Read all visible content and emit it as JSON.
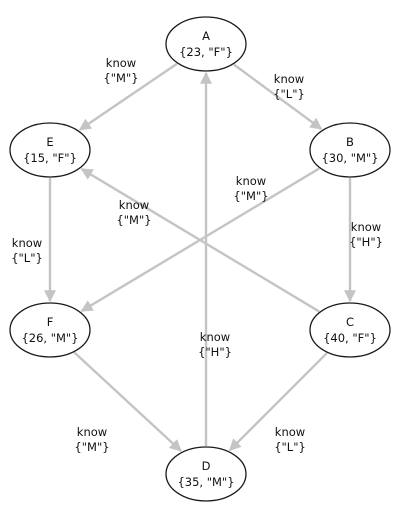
{
  "nodes": [
    {
      "id": "A",
      "name": "A",
      "props": "{23, \"F\"}"
    },
    {
      "id": "B",
      "name": "B",
      "props": "{30, \"M\"}"
    },
    {
      "id": "C",
      "name": "C",
      "props": "{40, \"F\"}"
    },
    {
      "id": "D",
      "name": "D",
      "props": "{35, \"M\"}"
    },
    {
      "id": "E",
      "name": "E",
      "props": "{15, \"F\"}"
    },
    {
      "id": "F",
      "name": "F",
      "props": "{26, \"M\"}"
    }
  ],
  "edges": [
    {
      "from": "A",
      "to": "E",
      "label": "know",
      "props": "{\"M\"}"
    },
    {
      "from": "A",
      "to": "B",
      "label": "know",
      "props": "{\"L\"}"
    },
    {
      "from": "B",
      "to": "F",
      "label": "know",
      "props": "{\"M\"}"
    },
    {
      "from": "B",
      "to": "C",
      "label": "know",
      "props": "{\"H\"}"
    },
    {
      "from": "C",
      "to": "E",
      "label": "know",
      "props": "{\"M\"}"
    },
    {
      "from": "C",
      "to": "D",
      "label": "know",
      "props": "{\"L\"}"
    },
    {
      "from": "D",
      "to": "A",
      "label": "know",
      "props": "{\"H\"}"
    },
    {
      "from": "E",
      "to": "F",
      "label": "know",
      "props": "{\"L\"}"
    },
    {
      "from": "F",
      "to": "D",
      "label": "know",
      "props": "{\"M\"}"
    }
  ]
}
